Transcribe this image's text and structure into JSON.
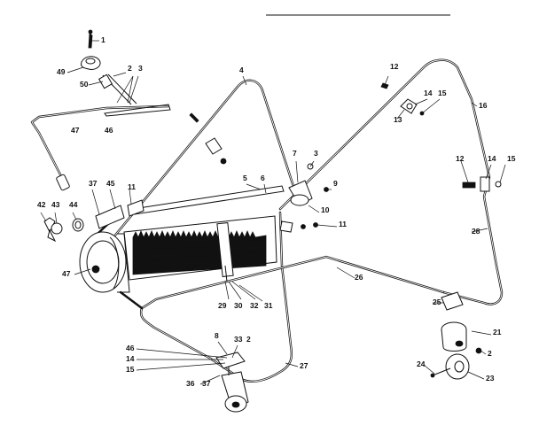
{
  "labels": [
    "1",
    "49",
    "50",
    "2",
    "3",
    "47",
    "46",
    "4",
    "12",
    "14",
    "15",
    "13",
    "16",
    "3",
    "7",
    "9",
    "10",
    "11",
    "5",
    "6",
    "11",
    "37",
    "45",
    "42",
    "43",
    "44",
    "47",
    "12",
    "14",
    "15",
    "28",
    "26",
    "25",
    "29",
    "30",
    "32",
    "31",
    "46",
    "14",
    "15",
    "8",
    "33",
    "2",
    "36",
    "37",
    "27",
    "21",
    "2",
    "24",
    "23"
  ]
}
